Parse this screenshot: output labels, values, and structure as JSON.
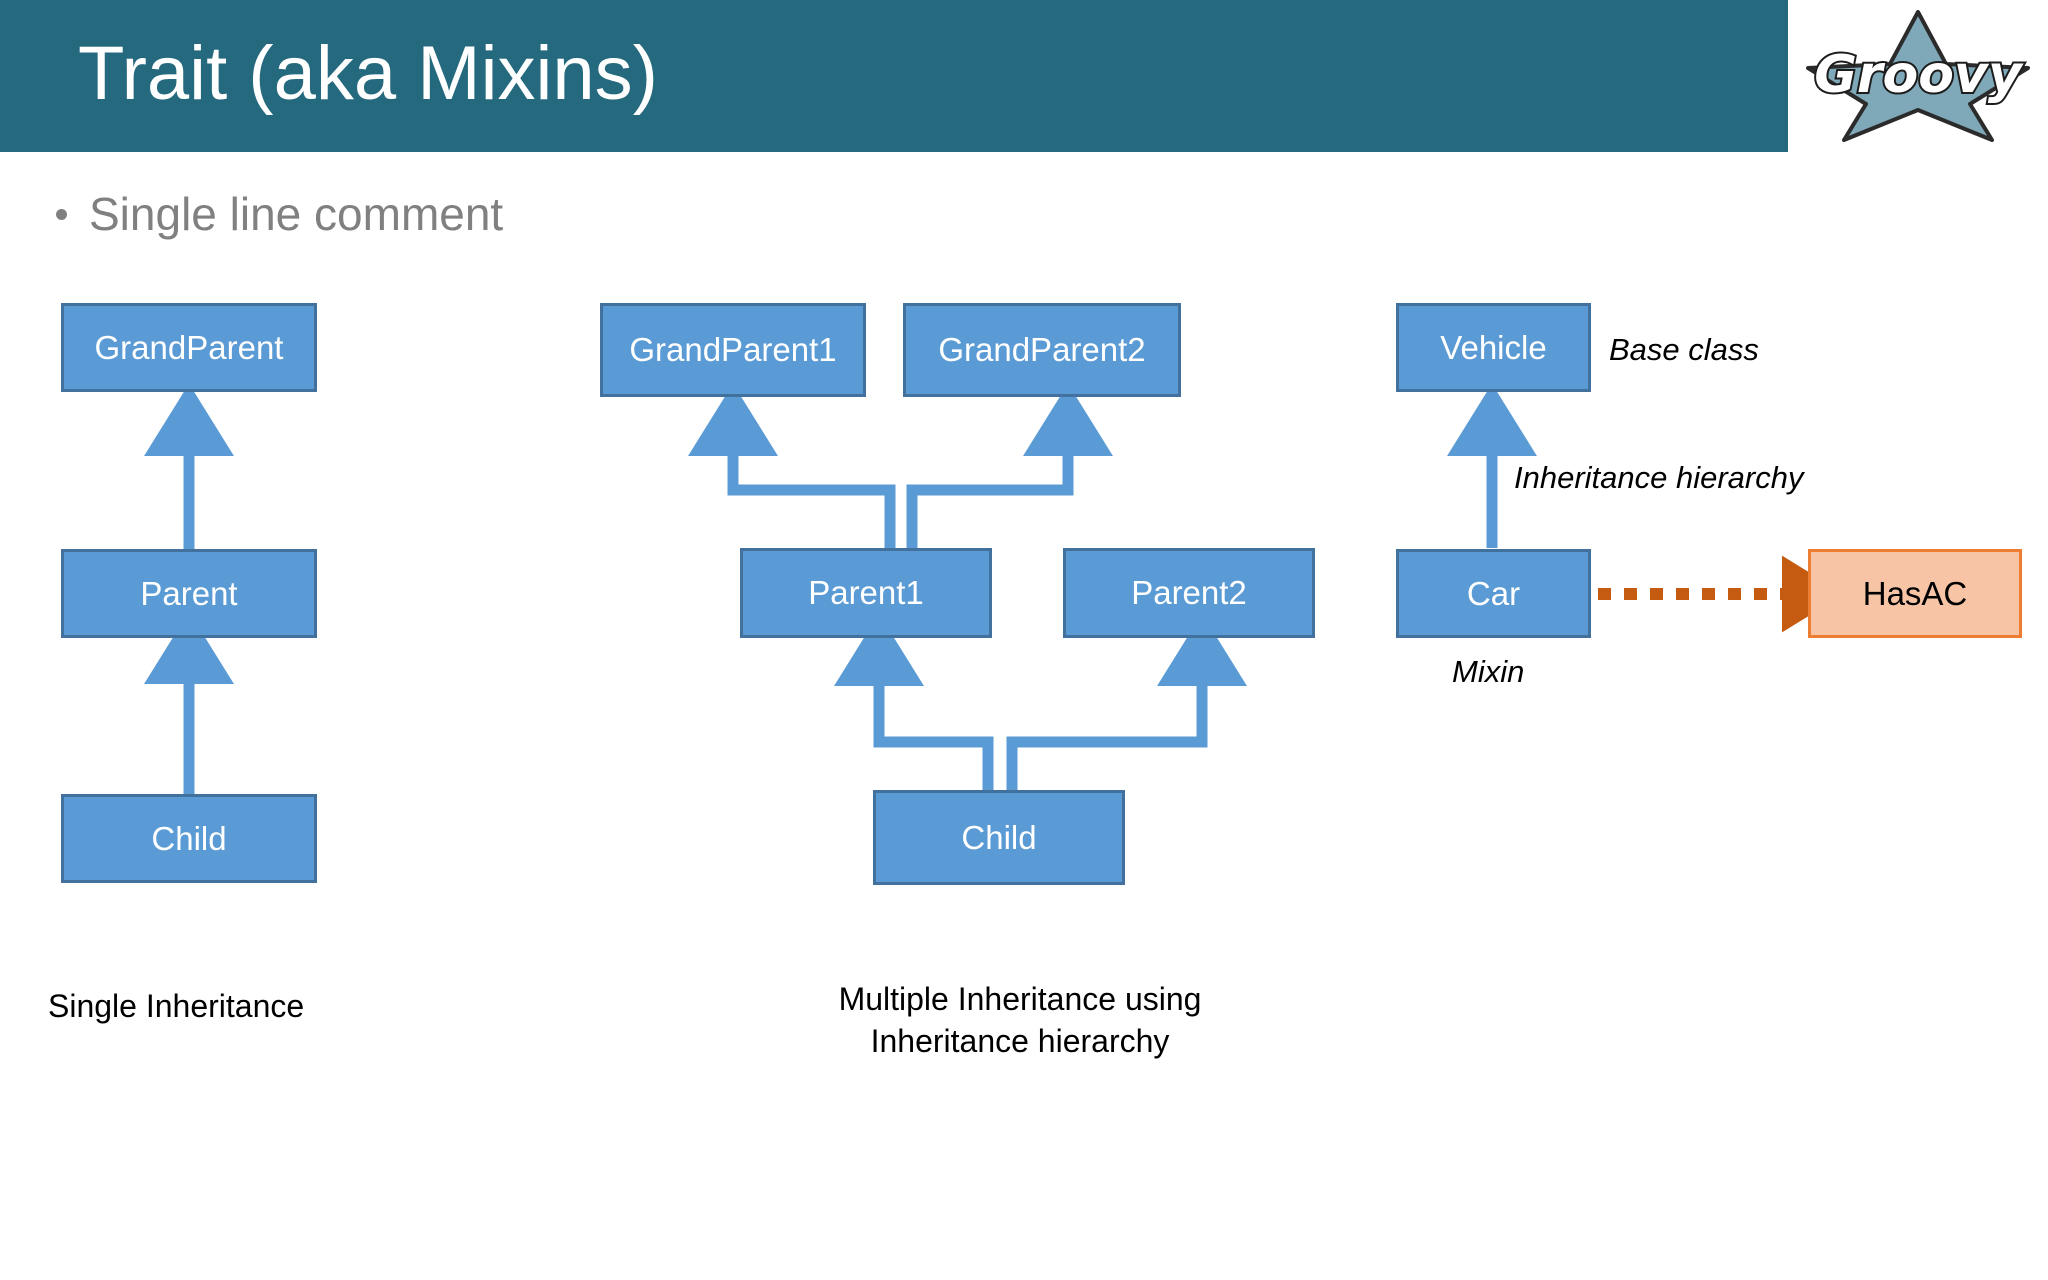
{
  "slide": {
    "title": "Trait (aka Mixins)",
    "bullet": "Single line comment",
    "logo_name": "groovy-logo",
    "logo_text": "Groovy"
  },
  "colors": {
    "title_bar": "#25697f",
    "node_fill": "#5b9bd5",
    "node_border": "#41719c",
    "node_text": "#ffffff",
    "mixin_fill": "#f7c4a6",
    "mixin_border": "#ed7d31",
    "mixin_arrow": "#c55a11",
    "connector": "#5b9bd5",
    "bullet_text": "#808080",
    "caption_text": "#000000"
  },
  "diagrams": [
    {
      "id": "single-inheritance",
      "caption": "Single Inheritance",
      "nodes": [
        {
          "id": "grandparent",
          "label": "GrandParent"
        },
        {
          "id": "parent",
          "label": "Parent"
        },
        {
          "id": "child",
          "label": "Child"
        }
      ],
      "edges": [
        {
          "from": "parent",
          "to": "grandparent",
          "style": "solid-arrow"
        },
        {
          "from": "child",
          "to": "parent",
          "style": "solid-arrow"
        }
      ]
    },
    {
      "id": "multiple-inheritance",
      "caption_line1": "Multiple Inheritance using",
      "caption_line2": "Inheritance hierarchy",
      "nodes": [
        {
          "id": "grandparent1",
          "label": "GrandParent1"
        },
        {
          "id": "grandparent2",
          "label": "GrandParent2"
        },
        {
          "id": "parent1",
          "label": "Parent1"
        },
        {
          "id": "parent2",
          "label": "Parent2"
        },
        {
          "id": "child",
          "label": "Child"
        }
      ],
      "edges": [
        {
          "from": "parent1",
          "to": "grandparent1",
          "style": "elbow-arrow"
        },
        {
          "from": "parent1",
          "to": "grandparent2",
          "style": "elbow-arrow"
        },
        {
          "from": "child",
          "to": "parent1",
          "style": "elbow-arrow"
        },
        {
          "from": "child",
          "to": "parent2",
          "style": "elbow-arrow"
        }
      ]
    },
    {
      "id": "mixin",
      "nodes": [
        {
          "id": "vehicle",
          "label": "Vehicle"
        },
        {
          "id": "car",
          "label": "Car"
        },
        {
          "id": "hasac",
          "label": "HasAC"
        }
      ],
      "annotations": [
        {
          "id": "base-class",
          "label": "Base class"
        },
        {
          "id": "inheritance-hierarchy",
          "label": "Inheritance hierarchy"
        },
        {
          "id": "mixin",
          "label": "Mixin"
        }
      ],
      "edges": [
        {
          "from": "car",
          "to": "vehicle",
          "style": "solid-arrow"
        },
        {
          "from": "car",
          "to": "hasac",
          "style": "dotted-arrow"
        }
      ]
    }
  ]
}
